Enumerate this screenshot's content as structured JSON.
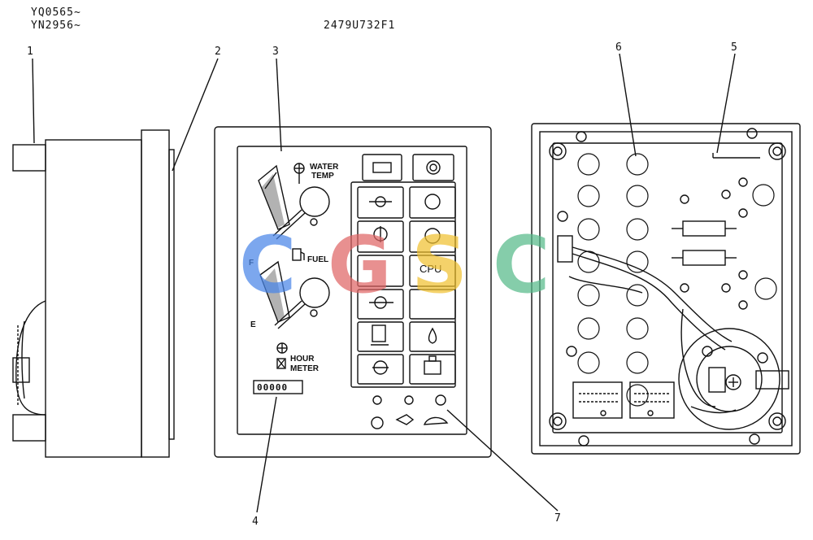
{
  "header": {
    "serial_line_1": "YQ0565~",
    "serial_line_2": "YN2956~",
    "part_number": "2479U732F1"
  },
  "callouts": [
    "1",
    "2",
    "3",
    "4",
    "5",
    "6",
    "7"
  ],
  "panel": {
    "water_temp_line1": "WATER",
    "water_temp_line2": "TEMP",
    "fuel_label": "FUEL",
    "fuel_full_mark": "F",
    "fuel_empty_mark": "E",
    "hour_meter_line1": "HOUR",
    "hour_meter_line2": "METER",
    "hour_meter_value": "00000",
    "cpu_label": "CPU"
  },
  "watermark": {
    "letters": [
      "C",
      "G",
      "S",
      "C"
    ],
    "colors": [
      "#4a86e8",
      "#e06666",
      "#f1c232",
      "#57bb8a"
    ]
  }
}
